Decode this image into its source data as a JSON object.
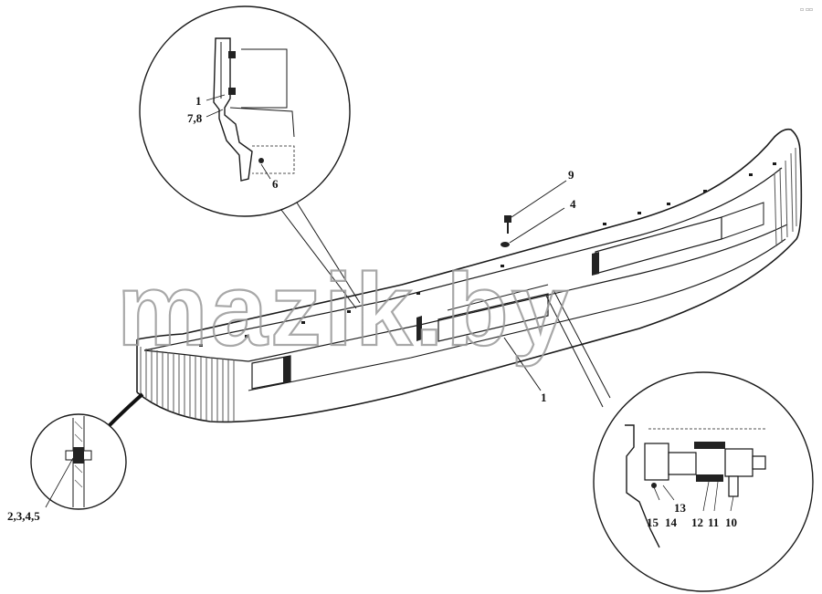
{
  "watermark": "mazik.by",
  "callouts": {
    "c1_main": "1",
    "c4": "4",
    "c9": "9",
    "top_detail": {
      "c1": "1",
      "c78": "7,8",
      "c6": "6"
    },
    "left_detail": {
      "c2345": "2,3,4,5"
    },
    "right_detail": {
      "c13": "13",
      "c15": "15",
      "c14": "14",
      "c12": "12",
      "c11": "11",
      "c10": "10"
    }
  },
  "colors": {
    "line": "#1a1a1a",
    "hatch": "#555555",
    "watermark": "#9a9a9a"
  }
}
